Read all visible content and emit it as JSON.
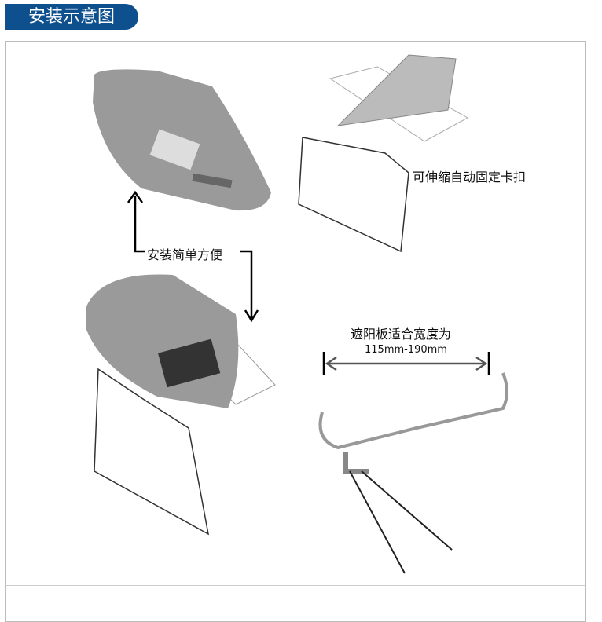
{
  "header": {
    "title": "安装示意图"
  },
  "labels": {
    "clip": "可伸缩自动固定卡扣",
    "easy": "安装简单方便",
    "fit": "遮阳板适合宽度为",
    "range": "115mm-190mm"
  },
  "colors": {
    "header": "#0e4f8e"
  }
}
